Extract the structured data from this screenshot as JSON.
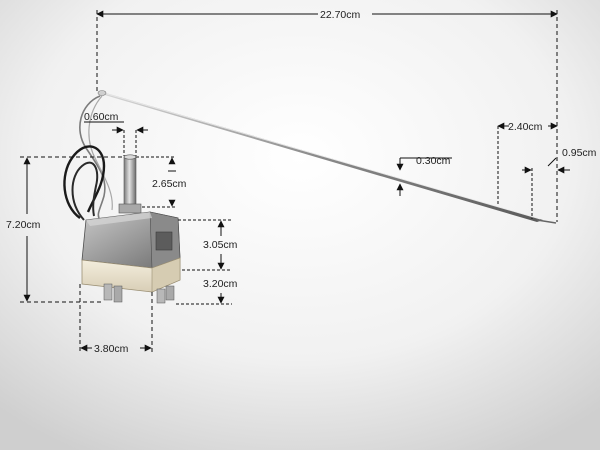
{
  "colors": {
    "background_top": "#ffffff",
    "background_bottom": "#cfcfcf",
    "dimension_line": "#111111",
    "metal": "#9a9a9a",
    "ceramic": "#ece4d0",
    "wire": "#1a1a1a"
  },
  "dimensions": {
    "overall_length": "22.70cm",
    "shaft_diameter": "0.60cm",
    "shaft_height": "2.65cm",
    "total_height": "7.20cm",
    "bulb_diameter": "0.30cm",
    "bulb_length": "2.40cm",
    "tip_diameter": "0.95cm",
    "housing_height": "3.05cm",
    "base_height": "3.20cm",
    "body_width": "3.80cm"
  }
}
